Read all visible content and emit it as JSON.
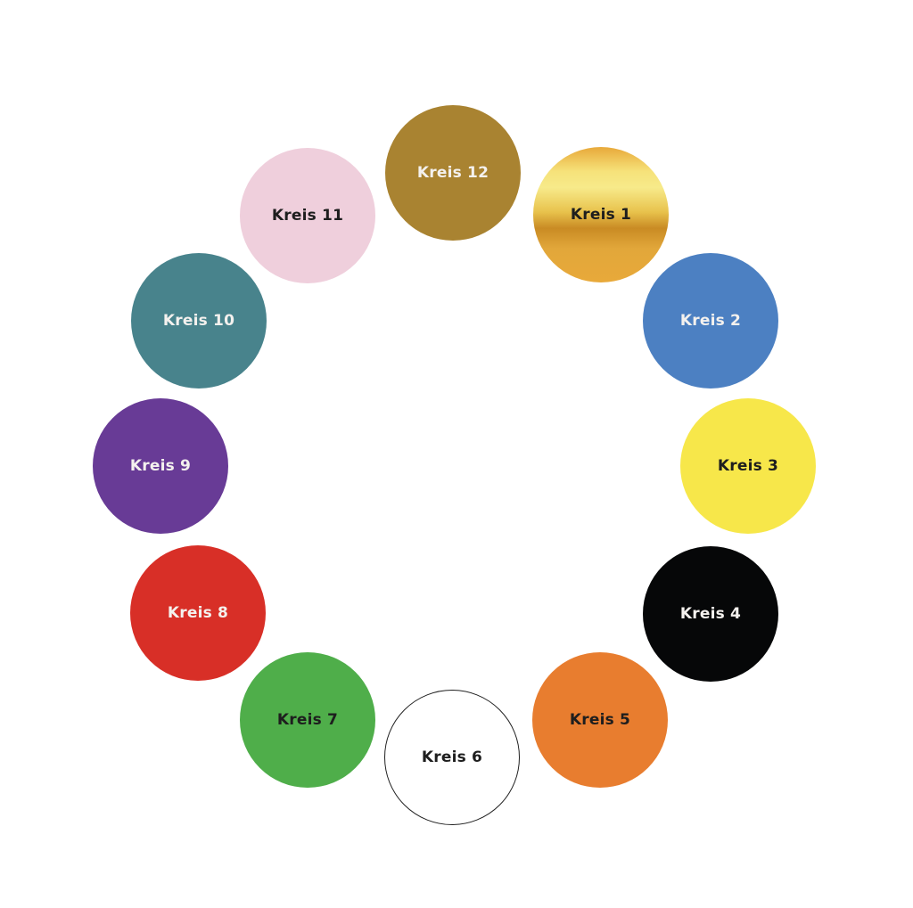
{
  "circles": [
    {
      "label": "Kreis 12",
      "color": "#a98331"
    },
    {
      "label": "Kreis 1",
      "color": "gold-gradient"
    },
    {
      "label": "Kreis 2",
      "color": "#4c80c2"
    },
    {
      "label": "Kreis 3",
      "color": "#f7e74a"
    },
    {
      "label": "Kreis 4",
      "color": "#060708"
    },
    {
      "label": "Kreis 5",
      "color": "#e87d2f"
    },
    {
      "label": "Kreis 6",
      "color": "#ffffff"
    },
    {
      "label": "Kreis 7",
      "color": "#4fae4a"
    },
    {
      "label": "Kreis 8",
      "color": "#d82f27"
    },
    {
      "label": "Kreis 9",
      "color": "#683b96"
    },
    {
      "label": "Kreis 10",
      "color": "#48838c"
    },
    {
      "label": "Kreis 11",
      "color": "#efcfdc"
    }
  ]
}
